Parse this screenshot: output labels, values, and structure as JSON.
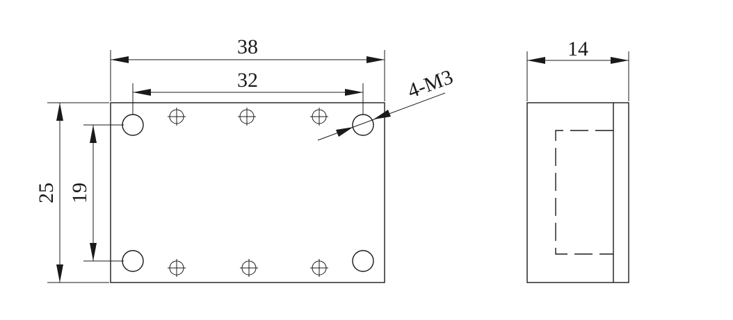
{
  "dimensions": {
    "overall_width": "38",
    "hole_spacing_x": "32",
    "overall_height": "25",
    "hole_spacing_y": "19",
    "thickness": "14"
  },
  "callouts": {
    "threaded_holes": "4-M3"
  },
  "colors": {
    "ink": "#1a1a1a",
    "background": "#ffffff"
  }
}
